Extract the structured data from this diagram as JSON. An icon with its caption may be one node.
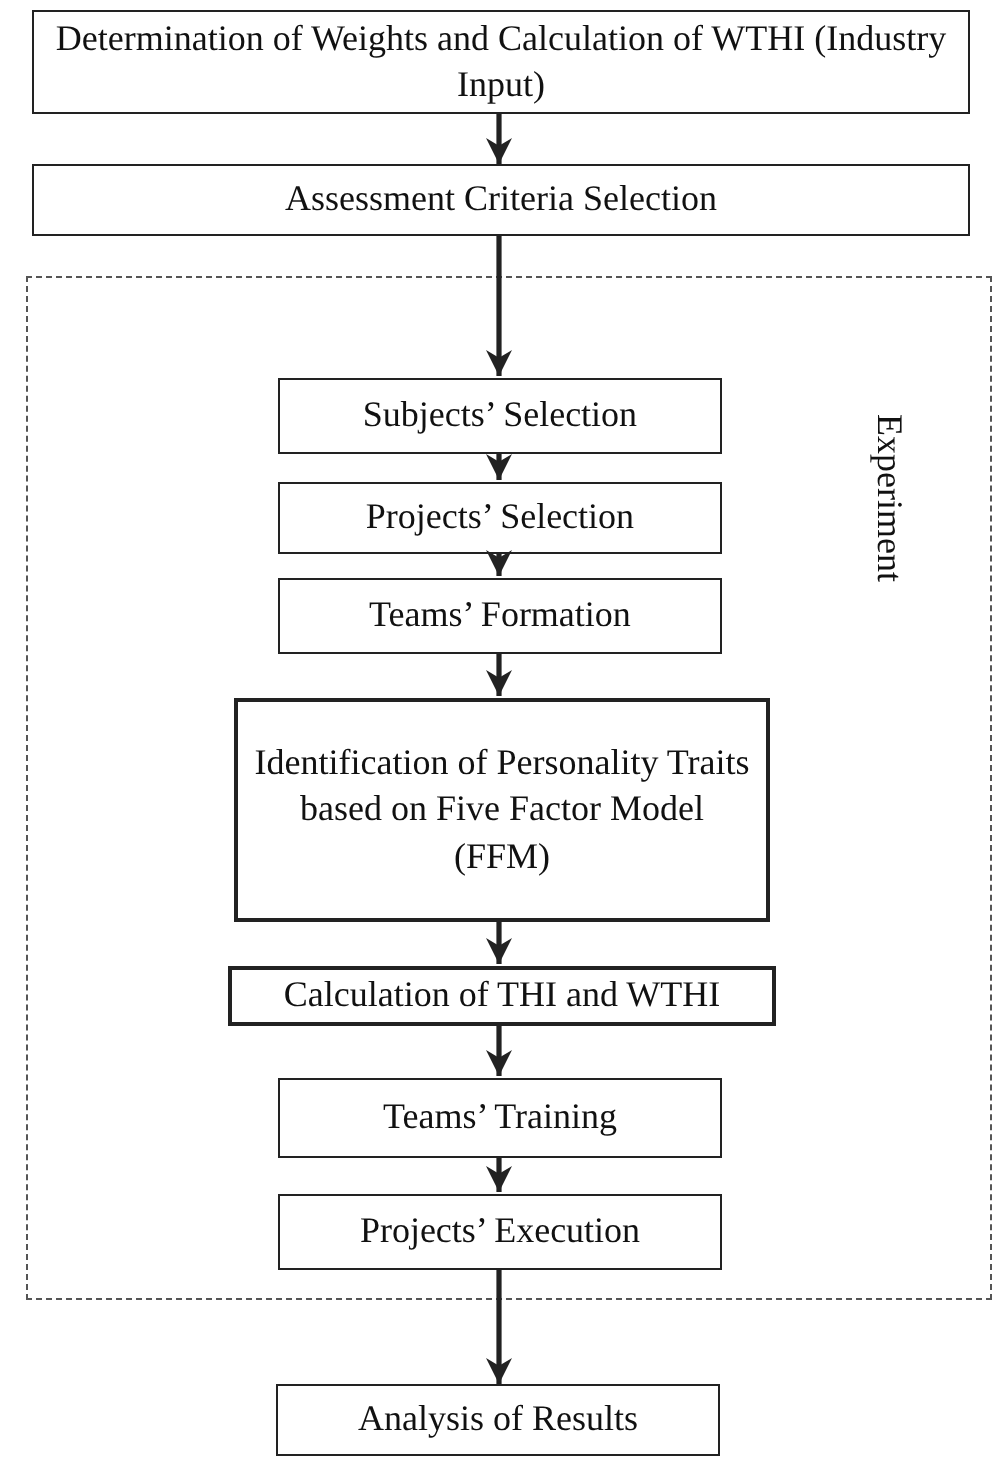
{
  "diagram": {
    "nodes": [
      {
        "text": [
          "Determination of Weights and Calculation of WTHI (Industry Input)"
        ]
      },
      {
        "text": [
          "Assessment Criteria Selection"
        ]
      },
      {
        "text": [
          "Experiment"
        ]
      },
      {
        "text": [
          "Subjects’ Selection"
        ],
        "in": 2
      },
      {
        "text": [
          "Projects’ Selection"
        ],
        "in": 2
      },
      {
        "text": [
          "Teams’ Formation"
        ],
        "in": 2
      },
      {
        "text": [
          "Identification of Personality Traits based on Five Factor Model (FFM)"
        ],
        "in": 2
      },
      {
        "text": [
          "Calculation of THI and WTHI"
        ],
        "in": 2
      },
      {
        "text": [
          "Teams’ Training"
        ],
        "in": 2
      },
      {
        "text": [
          "Projects’ Execution"
        ],
        "in": 2
      },
      {
        "text": [
          "Analysis of Results"
        ]
      }
    ],
    "edges": [
      {
        "from": 0,
        "to": 1,
        "arrow": "to"
      },
      {
        "from": 1,
        "to": 3,
        "arrow": "to"
      },
      {
        "from": 3,
        "to": 4,
        "arrow": "to"
      },
      {
        "from": 4,
        "to": 5,
        "arrow": "to"
      },
      {
        "from": 5,
        "to": 6,
        "arrow": "to"
      },
      {
        "from": 6,
        "to": 7,
        "arrow": "to"
      },
      {
        "from": 7,
        "to": 8,
        "arrow": "to"
      },
      {
        "from": 8,
        "to": 9,
        "arrow": "to"
      },
      {
        "from": 9,
        "to": 10,
        "arrow": "to"
      }
    ]
  }
}
